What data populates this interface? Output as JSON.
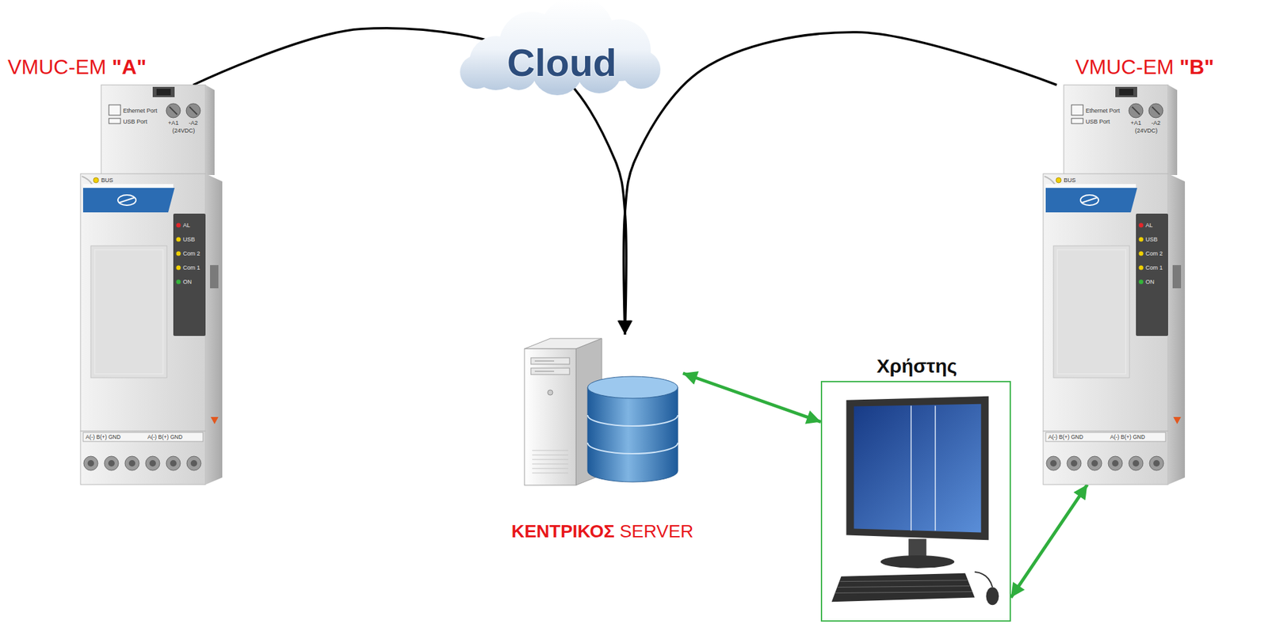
{
  "diagram": {
    "nodes": [
      {
        "text": [
          "VMUC-EM \"A\""
        ]
      },
      {
        "text": [
          "Cloud"
        ]
      },
      {
        "text": [
          "VMUC-EM \"B\""
        ]
      },
      {
        "text": [
          "ΚΕΝΤΡΙΚΟΣ SERVER"
        ]
      },
      {
        "text": [
          "Χρήστης"
        ]
      }
    ],
    "edges": [
      {
        "from": 0,
        "to": 3,
        "arrow": "to"
      },
      {
        "from": 2,
        "to": 3,
        "arrow": "to"
      },
      {
        "from": 3,
        "to": 4,
        "arrow": "both"
      },
      {
        "from": 4,
        "to": 2,
        "arrow": "both"
      }
    ],
    "labels": [
      "Ethernet Port",
      "USB Port",
      "+A1",
      "-A2",
      "(24VDC)",
      "BUS",
      "AL",
      "USB",
      "Com 2",
      "Com 1",
      "ON",
      "A(-) B(+) GND",
      "A(-) B(+) GND",
      "Ethernet Port",
      "USB Port",
      "+A1",
      "-A2",
      "(24VDC)",
      "BUS",
      "AL",
      "USB",
      "Com 2",
      "Com 1",
      "ON",
      "A(-) B(+) GND",
      "A(-) B(+) GND"
    ]
  }
}
